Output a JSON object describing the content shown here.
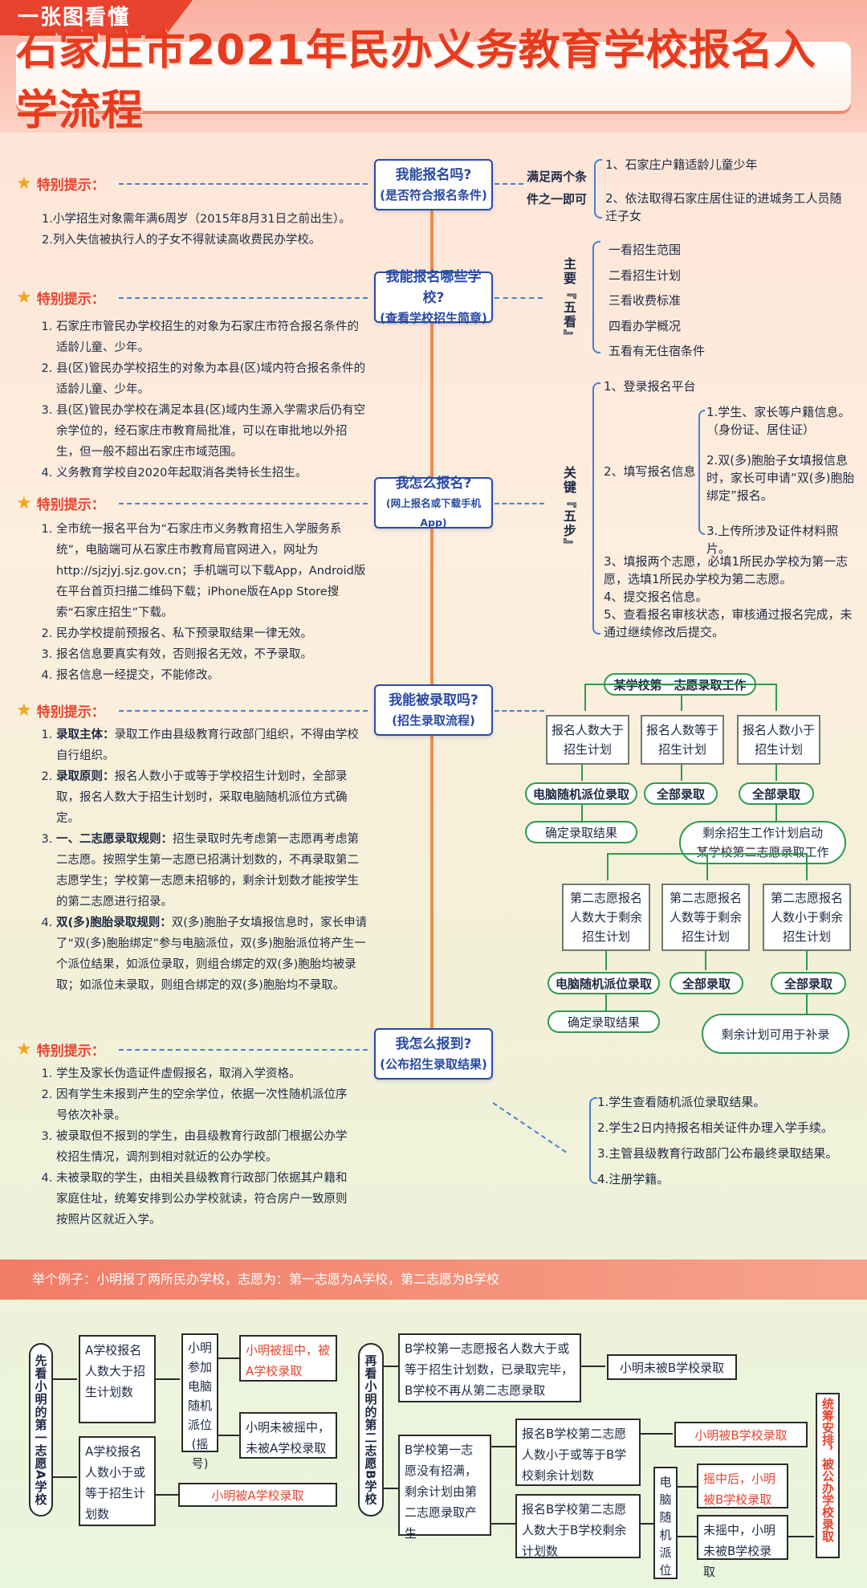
{
  "header": {
    "ribbon": "一张图看懂",
    "title": "石家庄市2021年民办义务教育学校报名入学流程"
  },
  "tip_label": "特别提示：",
  "steps": [
    {
      "line1": "我能报名吗?",
      "line2": "(是否符合报名条件)"
    },
    {
      "line1": "我能报名哪些学校?",
      "line2": "(查看学校招生简章)"
    },
    {
      "line1": "我怎么报名?",
      "line2": "(网上报名或下载手机App)"
    },
    {
      "line1": "我能被录取吗?",
      "line2": "(招生录取流程)"
    },
    {
      "line1": "我怎么报到?",
      "line2": "(公布招生录取结果)"
    }
  ],
  "notes1": [
    "1.小学招生对象需年满6周岁（2015年8月31日之前出生）。",
    "2.列入失信被执行人的子女不得就读高收费民办学校。"
  ],
  "notes2": [
    "石家庄市管民办学校招生的对象为石家庄市符合报名条件的适龄儿童、少年。",
    "县(区)管民办学校招生的对象为本县(区)域内符合报名条件的适龄儿童、少年。",
    "县(区)管民办学校在满足本县(区)域内生源入学需求后仍有空余学位的，经石家庄市教育局批准，可以在审批地以外招生，但一般不超出石家庄市域范围。",
    "义务教育学校自2020年起取消各类特长生招生。"
  ],
  "notes3": [
    "全市统一报名平台为“石家庄市义务教育招生入学服务系统”，电脑端可从石家庄市教育局官网进入，网址为 http://sjzjyj.sjz.gov.cn；手机端可以下载App，Android版在平台首页扫描二维码下载；iPhone版在App Store搜索“石家庄招生”下载。",
    "民办学校提前预报名、私下预录取结果一律无效。",
    "报名信息要真实有效，否则报名无效，不予录取。",
    "报名信息一经提交，不能修改。"
  ],
  "notes4": [
    {
      "title": "录取主体：",
      "text": "录取工作由县级教育行政部门组织，不得由学校自行组织。"
    },
    {
      "title": "录取原则：",
      "text": "报名人数小于或等于学校招生计划时，全部录取，报名人数大于招生计划时，采取电脑随机派位方式确定。"
    },
    {
      "title": "一、二志愿录取规则：",
      "text": "招生录取时先考虑第一志愿再考虑第二志愿。按照学生第一志愿已招满计划数的，不再录取第二志愿学生；学校第一志愿未招够的，剩余计划数才能按学生的第二志愿进行招录。"
    },
    {
      "title": "双(多)胞胎录取规则：",
      "text": "双(多)胞胎子女填报信息时，家长申请了“双(多)胞胎绑定”参与电脑派位，双(多)胞胎派位将产生一个派位结果，如派位录取，则组合绑定的双(多)胞胎均被录取；如派位未录取，则组合绑定的双(多)胞胎均不录取。"
    }
  ],
  "notes5": [
    "学生及家长伪造证件虚假报名，取消入学资格。",
    "因有学生未报到产生的空余学位，依据一次性随机派位序号依次补录。",
    "被录取但不报到的学生，由县级教育行政部门根据公办学校招生情况，调剂到相对就近的公办学校。",
    "未被录取的学生，由相关县级教育行政部门依据其户籍和家庭住址，统筹安排到公办学校就读，符合房户一致原则按照片区就近入学。"
  ],
  "cond": {
    "label": "满足两个条件之一即可",
    "items": [
      "1、石家庄户籍适龄儿童少年",
      "2、依法取得石家庄居住证的进城务工人员随迁子女"
    ]
  },
  "five_look": {
    "label": "主要『五看』",
    "items": [
      "一看招生范围",
      "二看招生计划",
      "三看收费标准",
      "四看办学概况",
      "五看有无住宿条件"
    ]
  },
  "five_step": {
    "label": "关键『五步』",
    "s1": "1、登录报名平台",
    "s2": "2、填写报名信息",
    "s2_items": [
      "1.学生、家长等户籍信息。（身份证、居住证）",
      "2.双(多)胞胎子女填报信息时，家长可申请“双(多)胞胎绑定”报名。",
      "3.上传所涉及证件材料照片。"
    ],
    "s3": "3、填报两个志愿，必填1所民办学校为第一志愿，选填1所民办学校为第二志愿。",
    "s4": "4、提交报名信息。",
    "s5": "5、查看报名审核状态，审核通过报名完成，未通过继续修改后提交。"
  },
  "admit": {
    "top": "某学校第一志愿录取工作",
    "c1": [
      "报名人数大于",
      "招生计划"
    ],
    "c2": [
      "报名人数等于",
      "招生计划"
    ],
    "c3": [
      "报名人数小于",
      "招生计划"
    ],
    "random": "电脑随机派位录取",
    "all": "全部录取",
    "confirm": "确定录取结果",
    "second_start": [
      "剩余招生工作计划启动",
      "某学校第二志愿录取工作"
    ],
    "s1": [
      "第二志愿报名",
      "人数大于剩余",
      "招生计划"
    ],
    "s2": [
      "第二志愿报名",
      "人数等于剩余",
      "招生计划"
    ],
    "s3": [
      "第二志愿报名",
      "人数小于剩余",
      "招生计划"
    ],
    "remain": "剩余计划可用于补录"
  },
  "report": [
    "1.学生查看随机派位录取结果。",
    "2.学生2日内持报名相关证件办理入学手续。",
    "3.主管县级教育行政部门公布最终录取结果。",
    "4.注册学籍。"
  ],
  "example": {
    "band": "举个例子：小明报了两所民办学校，志愿为：第一志愿为A学校，第二志愿为B学校",
    "left_v": "先看小明的第一志愿A学校",
    "a1": "A学校报名人数大于招生计划数",
    "a2": "A学校报名人数小于或等于招生计划数",
    "lottery": "小明参加电脑随机派位(摇号)",
    "hit": "小明被摇中，被A学校录取",
    "miss": "小明未被摇中，未被A学校录取",
    "a_admit": "小明被A学校录取",
    "mid_v": "再看小明的第二志愿B学校",
    "b1": "B学校第一志愿报名人数大于或等于招生计划数，已录取完毕，B学校不再从第二志愿录取",
    "b1_res": "小明未被B学校录取",
    "b2": "B学校第一志愿没有招满，剩余计划由第二志愿录取产生",
    "b21": "报名B学校第二志愿人数小于或等于B学校剩余计划数",
    "b21_res": "小明被B学校录取",
    "b22": "报名B学校第二志愿人数大于B学校剩余计划数",
    "lottery2": "电脑随机派位",
    "b22_hit": "摇中后，小明被B学校录取",
    "b22_miss": "未摇中，小明未被B学校录取",
    "final": "统筹安排，被公办学校录取"
  }
}
